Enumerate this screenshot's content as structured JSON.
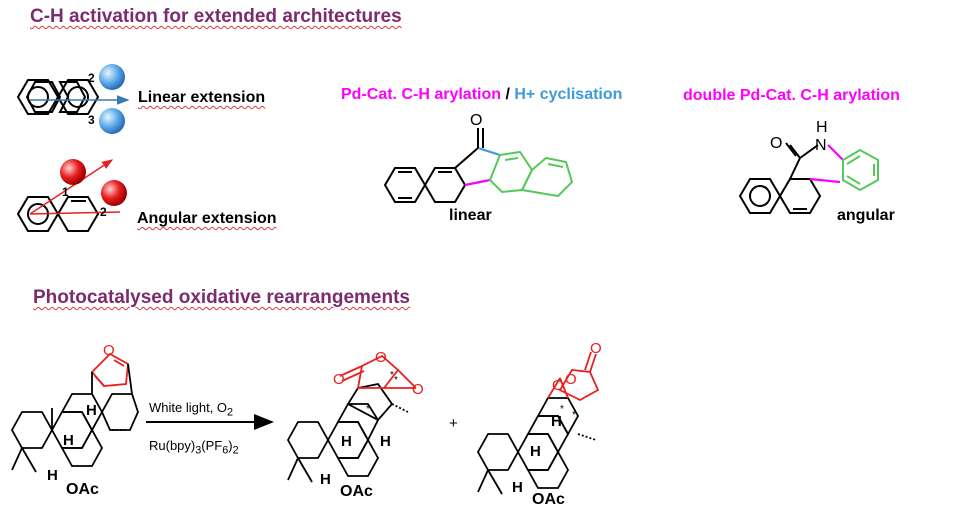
{
  "headings": {
    "ch_activation": "C-H activation for extended architectures",
    "photocatalysed": "Photocatalysed oxidative rearrangements"
  },
  "extension_labels": {
    "linear": "Linear extension",
    "angular": "Angular extension"
  },
  "position_numbers": {
    "linear_top": "2",
    "linear_bottom": "3",
    "angular_top": "1",
    "angular_right": "2"
  },
  "method_titles": {
    "pd_cat": "Pd-Cat. C-H arylation",
    "separator": " / ",
    "h_cyclisation": "H+ cyclisation",
    "double_pd": "double Pd-Cat. C-H arylation"
  },
  "product_labels": {
    "linear": "linear",
    "angular": "angular"
  },
  "atom_labels": {
    "oxygen": "O",
    "nitrogen": "N",
    "hydrogen": "H",
    "oac": "OAc",
    "star": "*",
    "plus": "+"
  },
  "reaction_conditions": {
    "line1_prefix": "White light, O",
    "line1_sub": "2",
    "line2_a": "Ru(bpy)",
    "line2_sub1": "3",
    "line2_b": "(PF",
    "line2_sub2": "6",
    "line2_c": ")",
    "line2_sub3": "2"
  },
  "colors": {
    "heading": "#7b2b6e",
    "magenta": "#ff00ff",
    "blue": "#3e9ad8",
    "green": "#55c85a",
    "red": "#e8101a",
    "sphere_blue": "#5aa8e8",
    "sphere_red": "#e82020"
  }
}
